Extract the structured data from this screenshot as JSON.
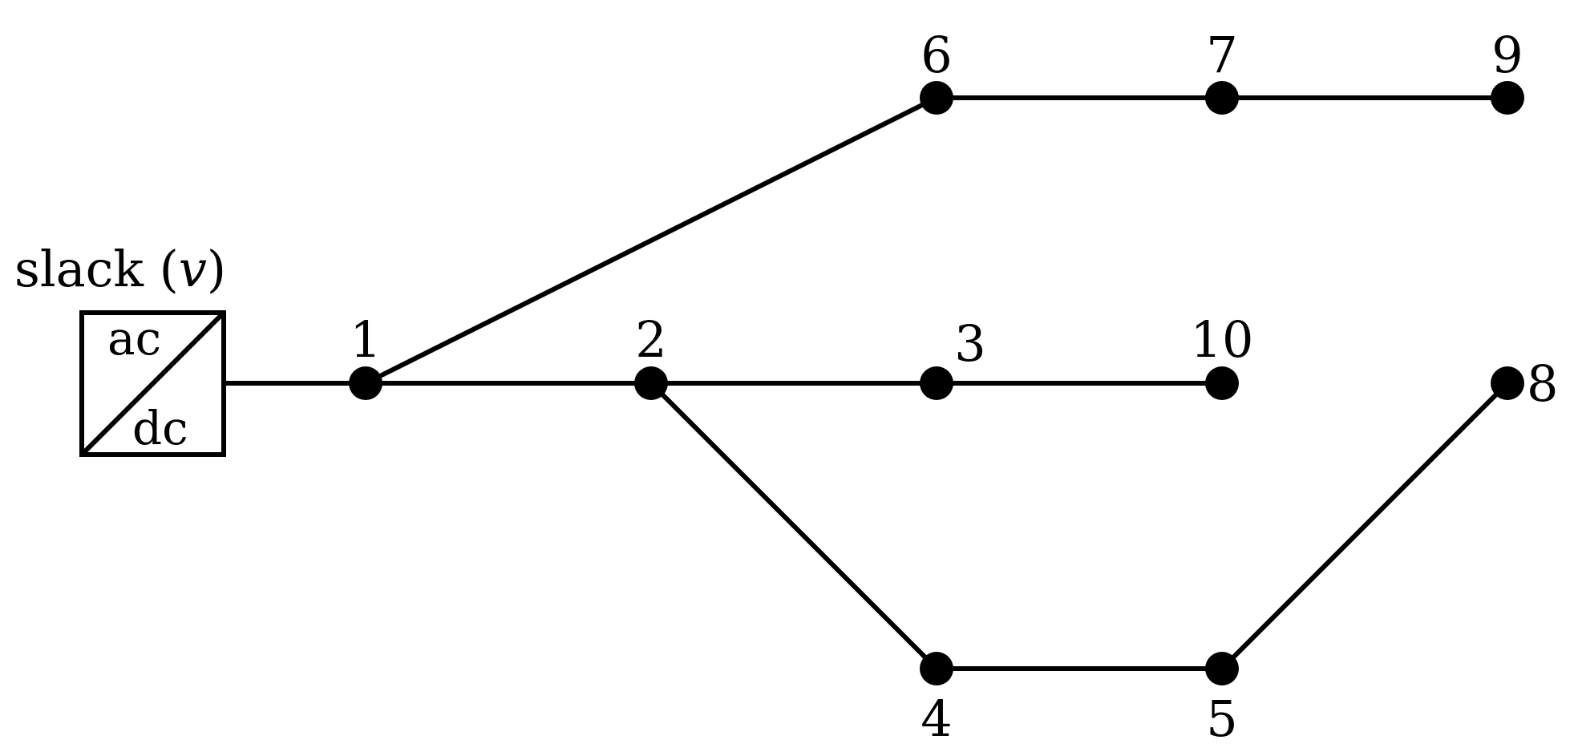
{
  "slack": {
    "label_prefix": "slack (",
    "label_var": "v",
    "label_suffix": ")",
    "converter_top": "ac",
    "converter_bottom": "dc"
  },
  "nodes": [
    {
      "id": "1",
      "label": "1"
    },
    {
      "id": "2",
      "label": "2"
    },
    {
      "id": "3",
      "label": "3"
    },
    {
      "id": "4",
      "label": "4"
    },
    {
      "id": "5",
      "label": "5"
    },
    {
      "id": "6",
      "label": "6"
    },
    {
      "id": "7",
      "label": "7"
    },
    {
      "id": "8",
      "label": "8"
    },
    {
      "id": "9",
      "label": "9"
    },
    {
      "id": "10",
      "label": "10"
    }
  ],
  "edges": [
    [
      "slack",
      "1"
    ],
    [
      "1",
      "2"
    ],
    [
      "1",
      "6"
    ],
    [
      "2",
      "3"
    ],
    [
      "3",
      "10"
    ],
    [
      "2",
      "4"
    ],
    [
      "4",
      "5"
    ],
    [
      "5",
      "8"
    ],
    [
      "6",
      "7"
    ],
    [
      "7",
      "9"
    ]
  ]
}
